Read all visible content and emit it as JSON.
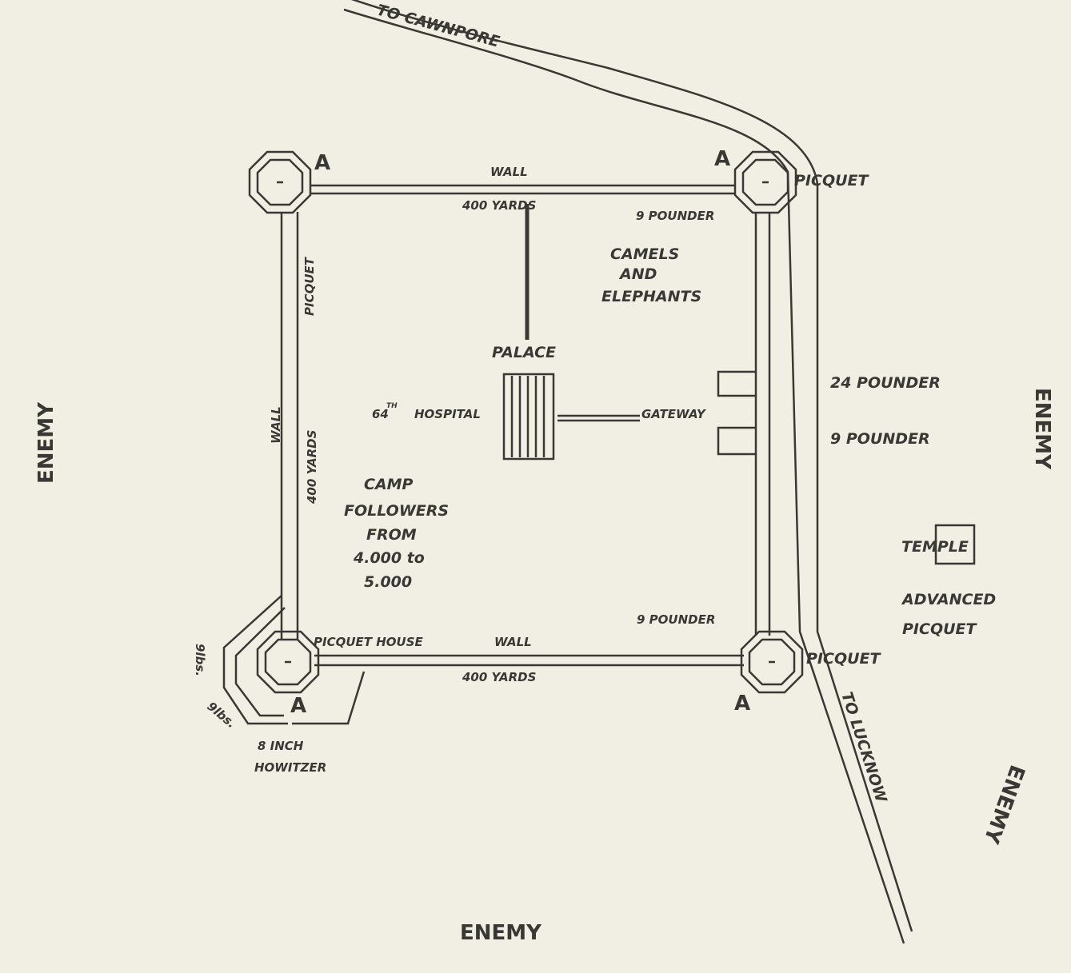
{
  "road_top": "TO CAWNPORE",
  "road_bottom": "TO LUCKNOW",
  "bastion_label": "A",
  "top_wall": {
    "wall": "WALL",
    "length": "400 YARDS",
    "gun": "9 POUNDER"
  },
  "left_wall": {
    "picquet": "PICQUET",
    "wall": "WALL",
    "length": "400 YARDS"
  },
  "bottom_wall": {
    "picquet_house": "PICQUET HOUSE",
    "wall": "WALL",
    "length": "400 YARDS",
    "gun": "9 POUNDER"
  },
  "picquet_ne": "PICQUET",
  "picquet_se": "PICQUET",
  "camels": [
    "CAMELS",
    "AND",
    "ELEPHANTS"
  ],
  "palace": "PALACE",
  "hospital": {
    "ordinal": "64",
    "suffix": "TH",
    "name": "HOSPITAL"
  },
  "gateway": "GATEWAY",
  "east_guns": [
    "24 POUNDER",
    "9 POUNDER"
  ],
  "camp": [
    "CAMP",
    "FOLLOWERS",
    "FROM",
    "4.000 to",
    "5.000"
  ],
  "temple": "TEMPLE",
  "advanced_picquet": [
    "ADVANCED",
    "PICQUET"
  ],
  "sw_battery": {
    "gun1": "9lbs.",
    "gun2": "9lbs.",
    "howitzer": [
      "8 INCH",
      "HOWITZER"
    ]
  },
  "enemy": {
    "west": "ENEMY",
    "east": "ENEMY",
    "south": "ENEMY",
    "southeast": "ENEMY"
  }
}
